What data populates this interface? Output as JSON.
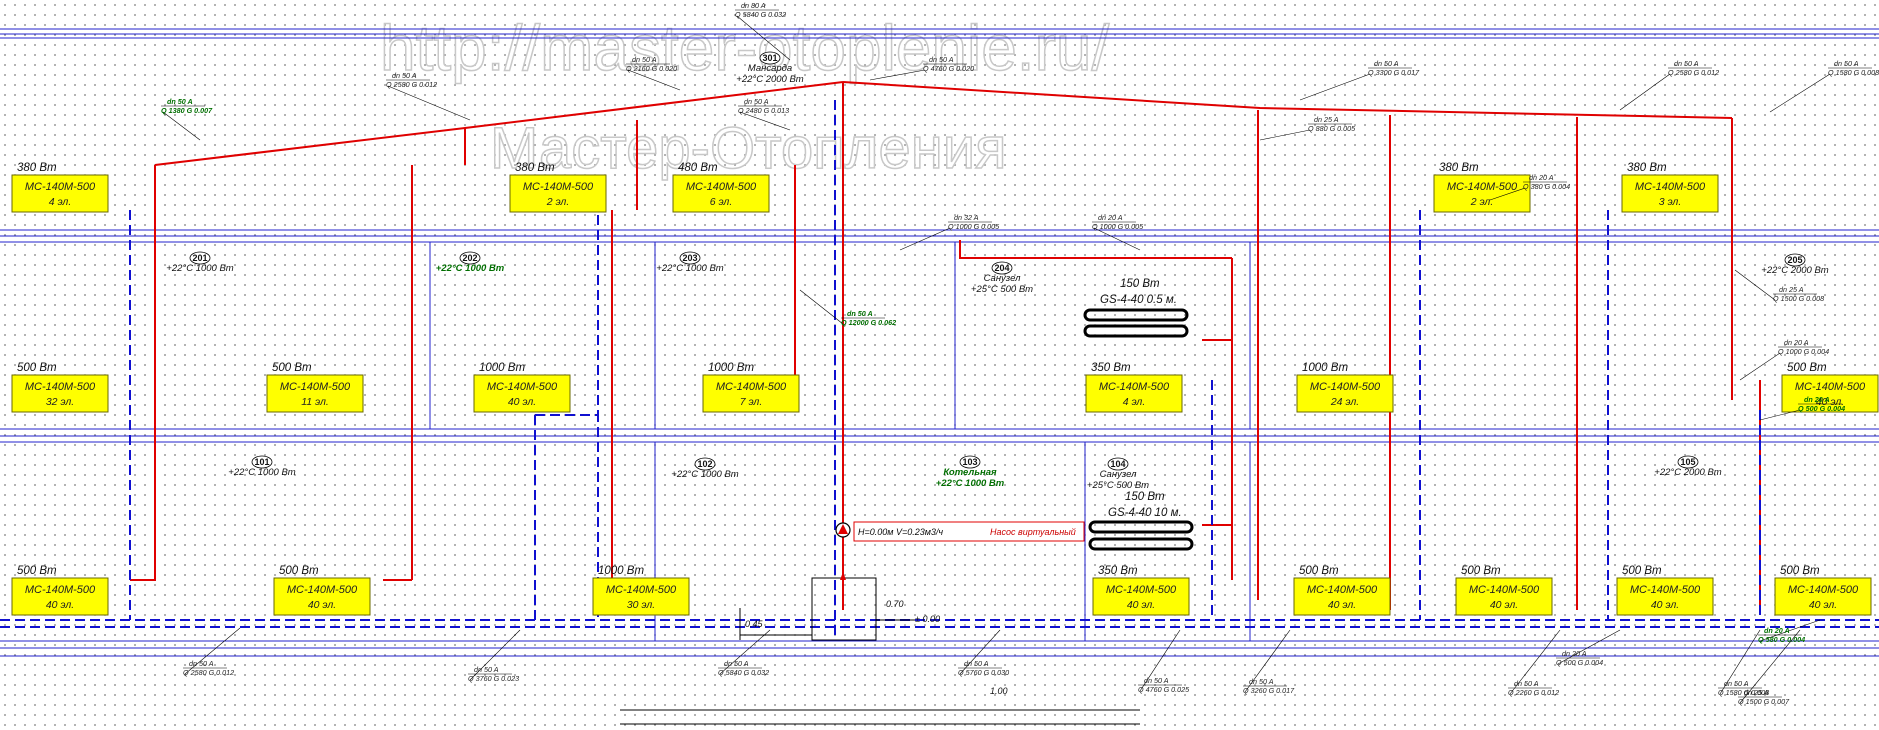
{
  "watermark": {
    "url": "http://master-otoplenie.ru/",
    "name": "Мастер-Отопления"
  },
  "radiators": [
    {
      "model": "МС-140М-500",
      "sections": "4 эл.",
      "power": "380 Вт"
    },
    {
      "model": "МС-140М-500",
      "sections": "2 эл.",
      "power": "380 Вт"
    },
    {
      "model": "МС-140М-500",
      "sections": "6 эл.",
      "power": "480 Вт"
    },
    {
      "model": "МС-140М-500",
      "sections": "2 эл.",
      "power": "380 Вт"
    },
    {
      "model": "МС-140М-500",
      "sections": "3 эл.",
      "power": "380 Вт"
    },
    {
      "model": "МС-140М-500",
      "sections": "32 эл.",
      "power": "500 Вт"
    },
    {
      "model": "МС-140М-500",
      "sections": "11 эл.",
      "power": "500 Вт"
    },
    {
      "model": "МС-140М-500",
      "sections": "40 эл.",
      "power": "1000 Вт"
    },
    {
      "model": "МС-140М-500",
      "sections": "7 эл.",
      "power": "1000 Вт"
    },
    {
      "model": "МС-140М-500",
      "sections": "4 эл.",
      "power": "350 Вт"
    },
    {
      "model": "МС-140М-500",
      "sections": "24 эл.",
      "power": "1000 Вт"
    },
    {
      "model": "МС-140М-500",
      "sections": "40 эл.",
      "power": "500 Вт"
    },
    {
      "model": "МС-140М-500",
      "sections": "40 эл.",
      "power": "500 Вт"
    },
    {
      "model": "МС-140М-500",
      "sections": "40 эл.",
      "power": "500 Вт"
    },
    {
      "model": "МС-140М-500",
      "sections": "30 эл.",
      "power": "1000 Вт"
    },
    {
      "model": "МС-140М-500",
      "sections": "40 эл.",
      "power": "350 Вт"
    },
    {
      "model": "МС-140М-500",
      "sections": "40 эл.",
      "power": "500 Вт"
    },
    {
      "model": "МС-140М-500",
      "sections": "40 эл.",
      "power": "500 Вт"
    },
    {
      "model": "МС-140М-500",
      "sections": "40 эл.",
      "power": "500 Вт"
    },
    {
      "model": "МС-140М-500",
      "sections": "40 эл.",
      "power": "500 Вт"
    }
  ],
  "rooms": [
    {
      "id": "301",
      "name": "Мансарда",
      "params": "+22°C 2000 Вт"
    },
    {
      "id": "201",
      "name": "",
      "params": "+22°C 1000 Вт"
    },
    {
      "id": "202",
      "name": "",
      "params": "+22°C 1000 Вт"
    },
    {
      "id": "203",
      "name": "",
      "params": "+22°C 1000 Вт"
    },
    {
      "id": "204",
      "name": "Санузел",
      "params": "+25°C 500 Вт"
    },
    {
      "id": "205",
      "name": "",
      "params": "+22°C 2000 Вт"
    },
    {
      "id": "101",
      "name": "",
      "params": "+22°C 1000 Вт"
    },
    {
      "id": "102",
      "name": "",
      "params": "+22°C 1000 Вт"
    },
    {
      "id": "103",
      "name": "Котельная",
      "params": "+22°C 1000 Вт"
    },
    {
      "id": "104",
      "name": "Санузел",
      "params": "+25°C 500 Вт"
    },
    {
      "id": "105",
      "name": "",
      "params": "+22°C 2000 Вт"
    }
  ],
  "floor_coils": [
    {
      "power": "150 Вт",
      "model": "GS-4-40 0.5 м."
    },
    {
      "power": "150 Вт",
      "model": "GS-4-40 10 м."
    }
  ],
  "pump": {
    "params": "H=0.00м  V=0.23м3/ч",
    "note": "Насос виртуальный"
  },
  "elevations": [
    "± 0.00",
    "1.00",
    "0.70",
    "0.45"
  ],
  "pipe_labels": [
    {
      "dn": "dn 80 A",
      "q": "Q 5840 G 0.032"
    },
    {
      "dn": "dn 50 A",
      "q": "Q 2580 G 0.012"
    },
    {
      "dn": "dn 50 A",
      "q": "Q 2160 G 0.020"
    },
    {
      "dn": "dn 50 A",
      "q": "Q 4760 G 0.020"
    },
    {
      "dn": "dn 50 A",
      "q": "Q 3300 G 0.017"
    },
    {
      "dn": "dn 50 A",
      "q": "Q 2580 G 0.012"
    },
    {
      "dn": "dn 50 A",
      "q": "Q 1580 G 0.008"
    },
    {
      "dn": "dn 50 A",
      "q": "Q 1380 G 0.007"
    },
    {
      "dn": "dn 50 A",
      "q": "Q 2480 G 0.013"
    },
    {
      "dn": "dn 32 A",
      "q": "Q 1000 G 0.005"
    },
    {
      "dn": "dn 50 A",
      "q": "Q 12000 G 0.062"
    },
    {
      "dn": "dn 20 A",
      "q": "Q 1000 G 0.005"
    },
    {
      "dn": "dn 25 A",
      "q": "Q 880 G 0.005"
    },
    {
      "dn": "dn 25 A",
      "q": "Q 1500 G 0.008"
    },
    {
      "dn": "dn 20 A",
      "q": "Q 500 G 0.004"
    },
    {
      "dn": "dn 20 A",
      "q": "Q 380 G 0.004"
    },
    {
      "dn": "dn 20 A",
      "q": "Q 1000 G 0.004"
    },
    {
      "dn": "dn 50 A",
      "q": "Q 2580 G 0.012"
    },
    {
      "dn": "dn 50 A",
      "q": "Q 3760 G 0.023"
    },
    {
      "dn": "dn 50 A",
      "q": "Q 5840 G 0.032"
    },
    {
      "dn": "dn 50 A",
      "q": "Q 5760 G 0.030"
    },
    {
      "dn": "dn 50 A",
      "q": "Q 4760 G 0.025"
    },
    {
      "dn": "dn 50 A",
      "q": "Q 3260 G 0.017"
    },
    {
      "dn": "dn 50 A",
      "q": "Q 2260 G 0.012"
    },
    {
      "dn": "dn 50 A",
      "q": "Q 1580 G 0.008"
    },
    {
      "dn": "dn 25 A",
      "q": "Q 1500 G 0.007"
    },
    {
      "dn": "dn 20 A",
      "q": "Q 500 G 0.004"
    },
    {
      "dn": "dn 20 A",
      "q": "Q 580 G 0.004"
    }
  ],
  "colors": {
    "supply": "#e00000",
    "return": "#1010d0",
    "radiator": "#ffff00",
    "label_green": "#006e00",
    "grid_line": "#2020cc"
  }
}
